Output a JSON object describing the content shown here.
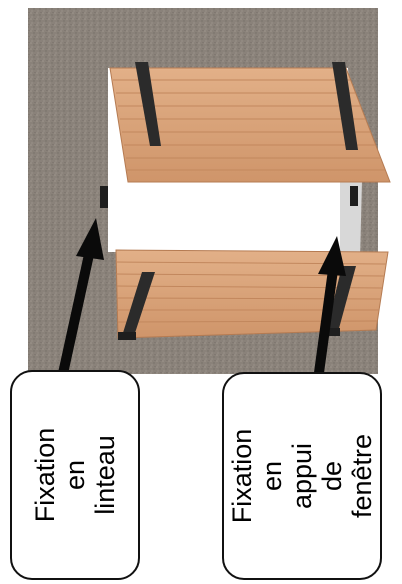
{
  "callouts": [
    {
      "id": "linteau",
      "label": "Fixation en\nlinteau"
    },
    {
      "id": "appui",
      "label": "Fixation en\nappui de\nfenêtre"
    }
  ],
  "colors": {
    "floor": "#8c847c",
    "wood": "#d9a47a",
    "wood_dark": "#c98e63",
    "strap": "#2b2b2b",
    "wall": "#ffffff",
    "arrow": "#0a0a0a"
  }
}
